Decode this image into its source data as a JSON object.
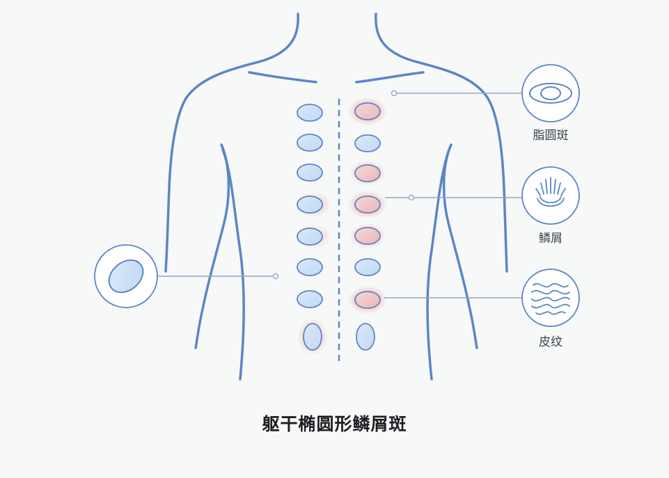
{
  "title": "躯干椭圆形鳞屑斑",
  "features": [
    {
      "label": "脂圆斑",
      "icon": "eye-oval-icon"
    },
    {
      "label": "鳞屑",
      "icon": "hand-scales-icon"
    },
    {
      "label": "皮纹",
      "icon": "wavy-skin-lines-icon"
    }
  ],
  "colors": {
    "outline": "#5b86c4",
    "lesion_fill": "#cfe1f7",
    "lesion_glow": "#f2a3a3",
    "leader": "#8fa9c8",
    "background": "#f7f8f8"
  }
}
